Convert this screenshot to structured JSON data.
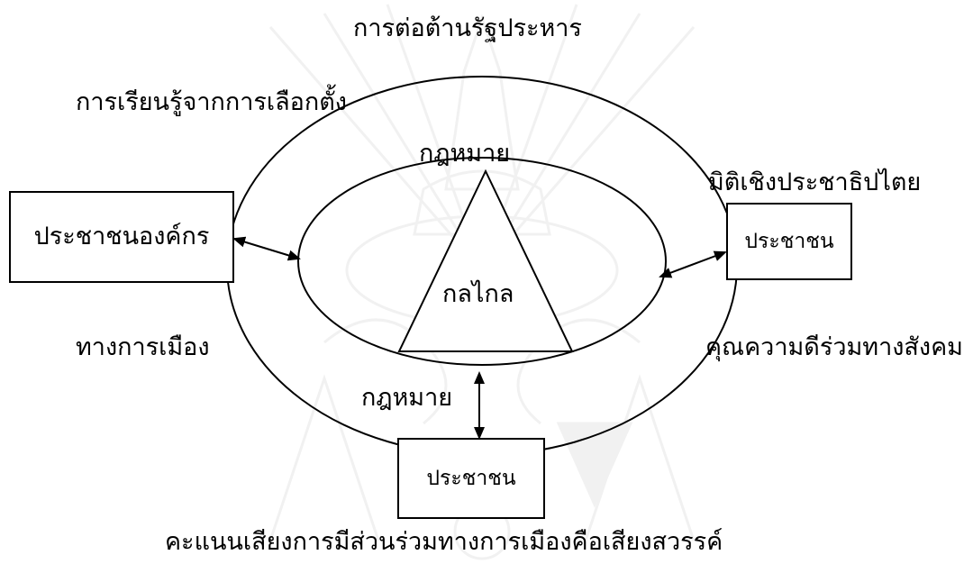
{
  "labels": {
    "top_title": "การต่อต้านรัฐประหาร",
    "upper_left": "การเรียนรู้จากการเลือกตั้ง",
    "apex": "กฎหมาย",
    "upper_right": "มิติเชิงประชาธิปไตย",
    "center": "กลไกล",
    "left_mid": "ทางการเมือง",
    "right_mid": "คุณความดีร่วมทางสังคม",
    "bottom_law": "กฎหมาย",
    "footer": "คะแนนเสียงการมีส่วนร่วมทางการเมืองคือเสียงสวรรค์"
  },
  "boxes": {
    "left": "ประชาชนองค์กร",
    "right": "ประชาชน",
    "bottom": "ประชาชน"
  },
  "colors": {
    "stroke": "#000000",
    "background": "#ffffff",
    "watermark": "#9a9a9a"
  }
}
